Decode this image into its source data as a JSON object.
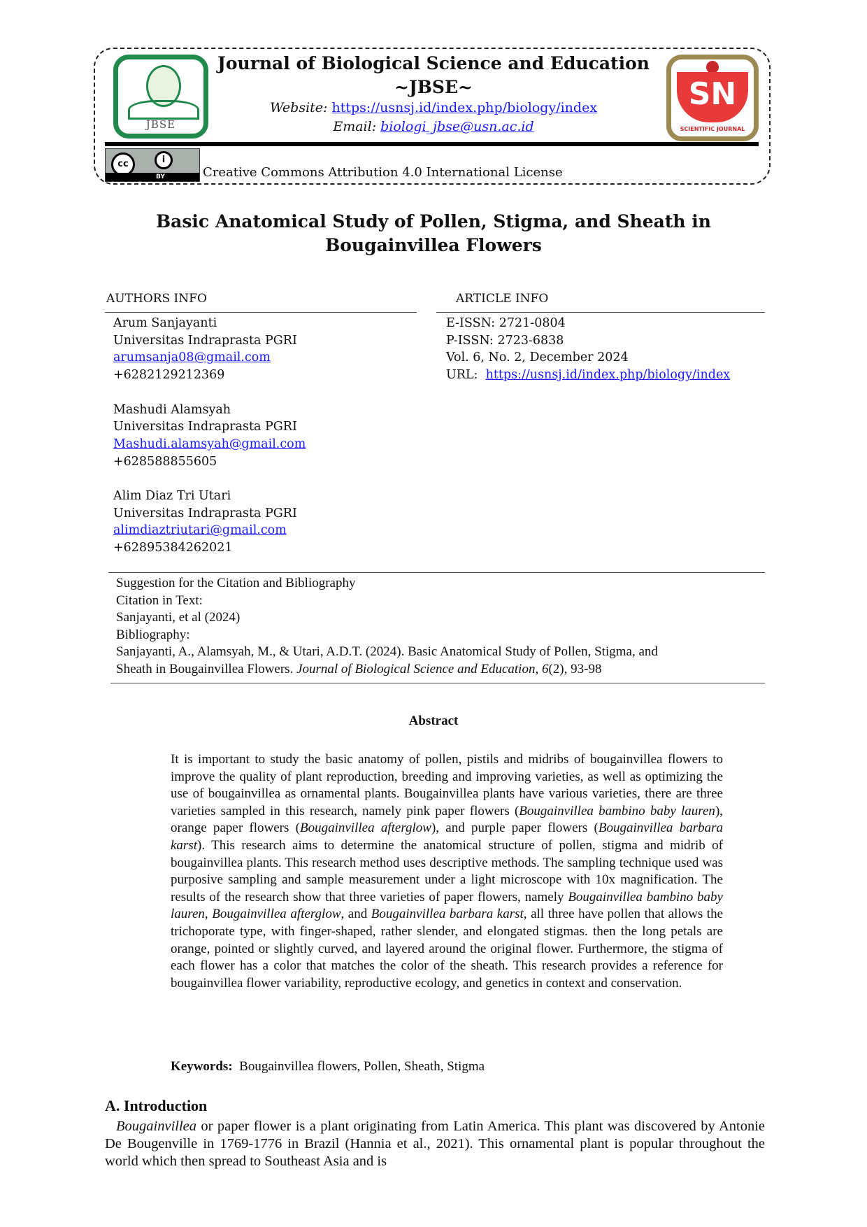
{
  "header": {
    "journal_title": "Journal of Biological Science and Education",
    "journal_abbrev": "~JBSE~",
    "website_label": "Website:",
    "website_url": "https://usnsj.id/index.php/biology/index",
    "email_label": "Email:",
    "email": "biologi_jbse@usn.ac.id",
    "logo_left_text": "JBSE",
    "logo_right_text": "SN",
    "logo_right_band": "SCIENTIFIC JOURNAL",
    "cc_label": "cc",
    "by_label": "BY",
    "license_text": "Creative Commons Attribution 4.0 International License",
    "colors": {
      "jbse_green": "#1f8a4c",
      "sn_red": "#e83a3a",
      "sn_gold": "#9c8a52",
      "link_blue": "#1a1aff"
    }
  },
  "paper": {
    "title_line1": "Basic Anatomical Study of Pollen, Stigma, and Sheath in",
    "title_line2": "Bougainvillea Flowers"
  },
  "authors_info": {
    "heading": "AUTHORS INFO",
    "authors": [
      {
        "name": "Arum Sanjayanti",
        "affiliation": "Universitas Indraprasta PGRI",
        "email": "arumsanja08@gmail.com",
        "phone": "+6282129212369"
      },
      {
        "name": "Mashudi Alamsyah",
        "affiliation": "Universitas Indraprasta PGRI",
        "email": "Mashudi.alamsyah@gmail.com",
        "phone": "+628588855605"
      },
      {
        "name": "Alim Diaz Tri Utari",
        "affiliation": "Universitas Indraprasta PGRI",
        "email": "alimdiaztriutari@gmail.com",
        "phone": "+62895384262021"
      }
    ]
  },
  "article_info": {
    "heading": "ARTICLE INFO",
    "eissn": "E-ISSN: 2721-0804",
    "pissn": "P-ISSN: 2723-6838",
    "volume": "Vol. 6, No. 2, December 2024",
    "url_label": "URL:",
    "url": "https://usnsj.id/index.php/biology/index"
  },
  "citation": {
    "heading": "Suggestion for the Citation and Bibliography",
    "in_text_label": "Citation in Text:",
    "in_text": "Sanjayanti, et al (2024)",
    "bibliography_label": "Bibliography:",
    "bib_line1": "Sanjayanti, A., Alamsyah, M., & Utari, A.D.T. (2024). Basic Anatomical Study of Pollen, Stigma, and",
    "bib_line2_plain": "Sheath in Bougainvillea Flowers. ",
    "bib_journal": "Journal of Biological Science and Education, 6",
    "bib_tail": "(2), 93-98"
  },
  "abstract": {
    "heading": "Abstract",
    "p1": "It is important to study the basic anatomy of pollen, pistils and midribs of bougainvillea flowers to improve the quality of plant reproduction, breeding and improving varieties, as well as optimizing the use of bougainvillea as ornamental plants. Bougainvillea plants have various varieties, there are three varieties sampled in this research, namely pink paper flowers (",
    "i1": "Bougainvillea bambino baby lauren",
    "p2": "), orange paper flowers (",
    "i2": "Bougainvillea afterglow",
    "p3": "), and purple paper flowers (",
    "i3": "Bougainvillea barbara karst",
    "p4": "). This research aims to determine the anatomical structure of pollen, stigma and midrib of bougainvillea plants. This research method uses descriptive methods. The sampling technique used was purposive sampling and sample measurement under a light microscope with 10x magnification. The results of the research show that three varieties of paper flowers, namely ",
    "i4": "Bougainvillea bambino baby lauren",
    "p5": ", ",
    "i5": "Bougainvillea afterglow",
    "p6": ", and ",
    "i6": "Bougainvillea barbara karst",
    "p7": ", all three have pollen that allows the trichoporate type, with finger-shaped, rather slender, and elongated stigmas. then the long petals are orange, pointed or slightly curved, and layered around the original flower. Furthermore, the stigma of each flower has a color that matches the color of the sheath. This research provides a reference for bougainvillea flower variability, reproductive ecology, and genetics in context and conservation.",
    "keywords_label": "Keywords:",
    "keywords": "Bougainvillea flowers, Pollen, Sheath, Stigma"
  },
  "introduction": {
    "heading": "A.  Introduction",
    "i1": "Bougainvillea",
    "text": " or paper flower is a plant originating from Latin America. This plant was discovered by Antonie De Bougenville in 1769-1776 in Brazil (Hannia et al., 2021). This ornamental plant is popular throughout the world which then spread to Southeast Asia and is"
  }
}
